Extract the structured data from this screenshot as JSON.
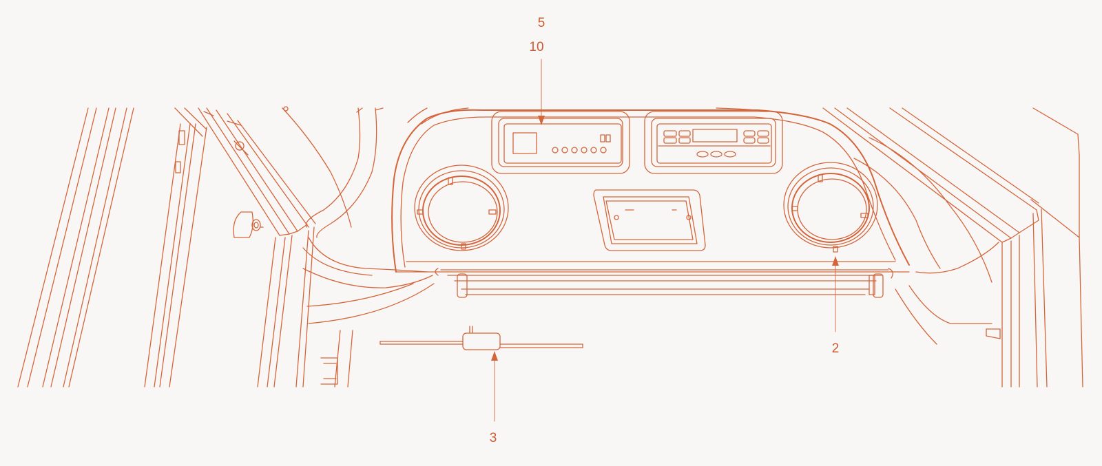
{
  "callouts": {
    "c5": "5",
    "c10": "10",
    "c2": "2",
    "c3": "3"
  },
  "colors": {
    "line": "#d4653b",
    "text": "#cc5a32",
    "background": "#f8f7f5"
  }
}
